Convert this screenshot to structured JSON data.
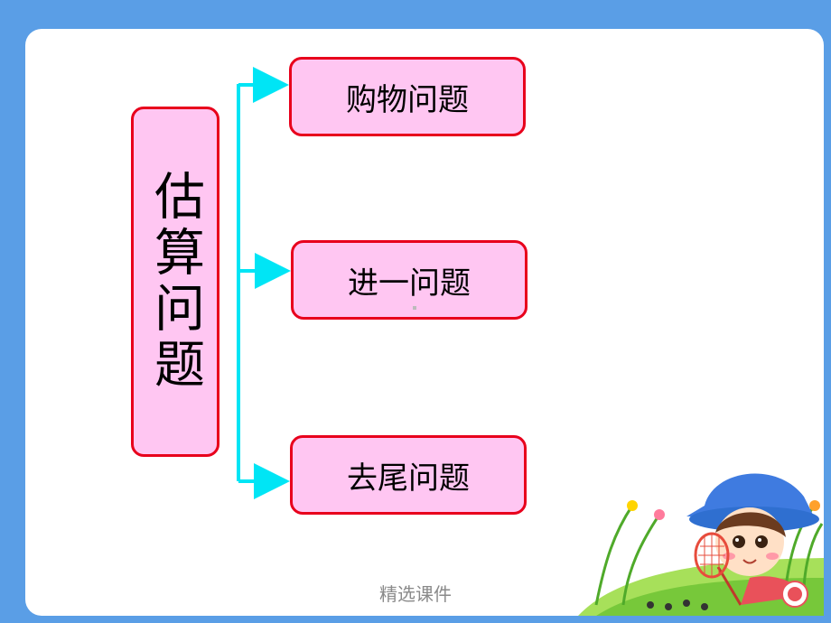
{
  "diagram": {
    "main": "估算问题",
    "branches": [
      "购物问题",
      "进一问题",
      "去尾问题"
    ]
  },
  "footer": "精选课件",
  "colors": {
    "background": "#5a9ee6",
    "box_fill": "#ffc6f2",
    "box_border": "#e8001c",
    "connector": "#00e5f5"
  }
}
